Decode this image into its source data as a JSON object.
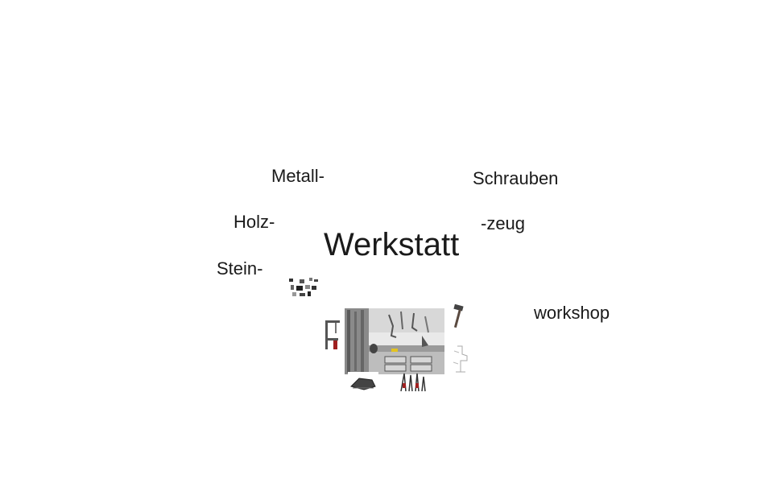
{
  "words": {
    "metall": "Metall-",
    "holz": "Holz-",
    "stein": "Stein-",
    "center": "Werkstatt",
    "schrauben": "Schrauben",
    "zeug": "-zeug",
    "workshop": "workshop"
  },
  "images": [
    {
      "name": "workshop-drawing",
      "description": "pencil drawing of workbench with tools"
    },
    {
      "name": "clamp-icon"
    },
    {
      "name": "hammer-icon"
    },
    {
      "name": "small-tools-collage"
    },
    {
      "name": "vise-sketch"
    },
    {
      "name": "planer-sketch"
    },
    {
      "name": "pliers-sketch"
    }
  ]
}
